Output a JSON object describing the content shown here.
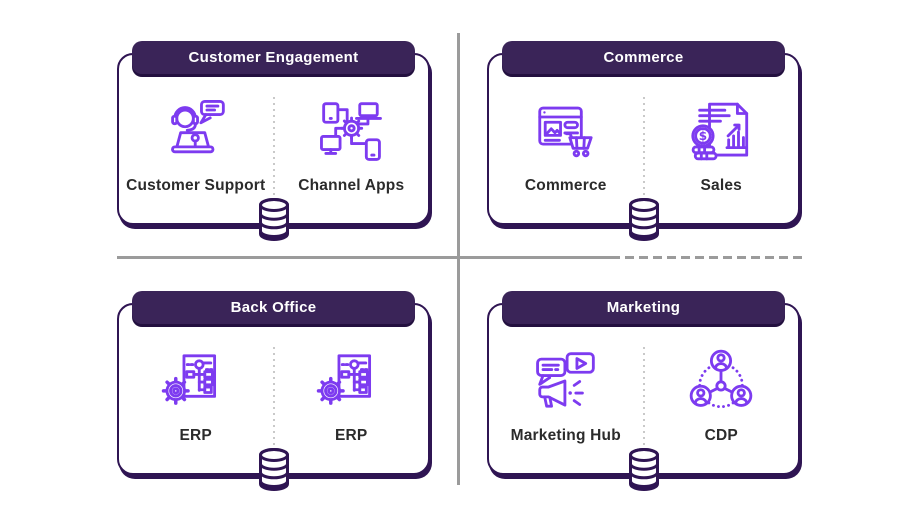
{
  "page": {
    "background": "#ffffff"
  },
  "colors": {
    "header_bg": "#3a2458",
    "outline": "#2f1553",
    "icon_stroke": "#7d3bf0",
    "label_text": "#2b2b2b",
    "header_text": "#ffffff",
    "divider": "#9b9b9b",
    "inner_divider": "#c9c9c9"
  },
  "cards": [
    {
      "id": "customer-engagement",
      "title": "Customer Engagement",
      "items": [
        {
          "label": "Customer Support",
          "icon": "customer-support-icon"
        },
        {
          "label": "Channel Apps",
          "icon": "channel-apps-icon"
        }
      ]
    },
    {
      "id": "commerce",
      "title": "Commerce",
      "items": [
        {
          "label": "Commerce",
          "icon": "commerce-storefront-icon"
        },
        {
          "label": "Sales",
          "icon": "sales-report-icon"
        }
      ]
    },
    {
      "id": "back-office",
      "title": "Back Office",
      "items": [
        {
          "label": "ERP",
          "icon": "erp-icon"
        },
        {
          "label": "ERP",
          "icon": "erp-icon"
        }
      ]
    },
    {
      "id": "marketing",
      "title": "Marketing",
      "items": [
        {
          "label": "Marketing Hub",
          "icon": "marketing-hub-icon"
        },
        {
          "label": "CDP",
          "icon": "cdp-icon"
        }
      ]
    }
  ],
  "shared_icon": "database-icon"
}
